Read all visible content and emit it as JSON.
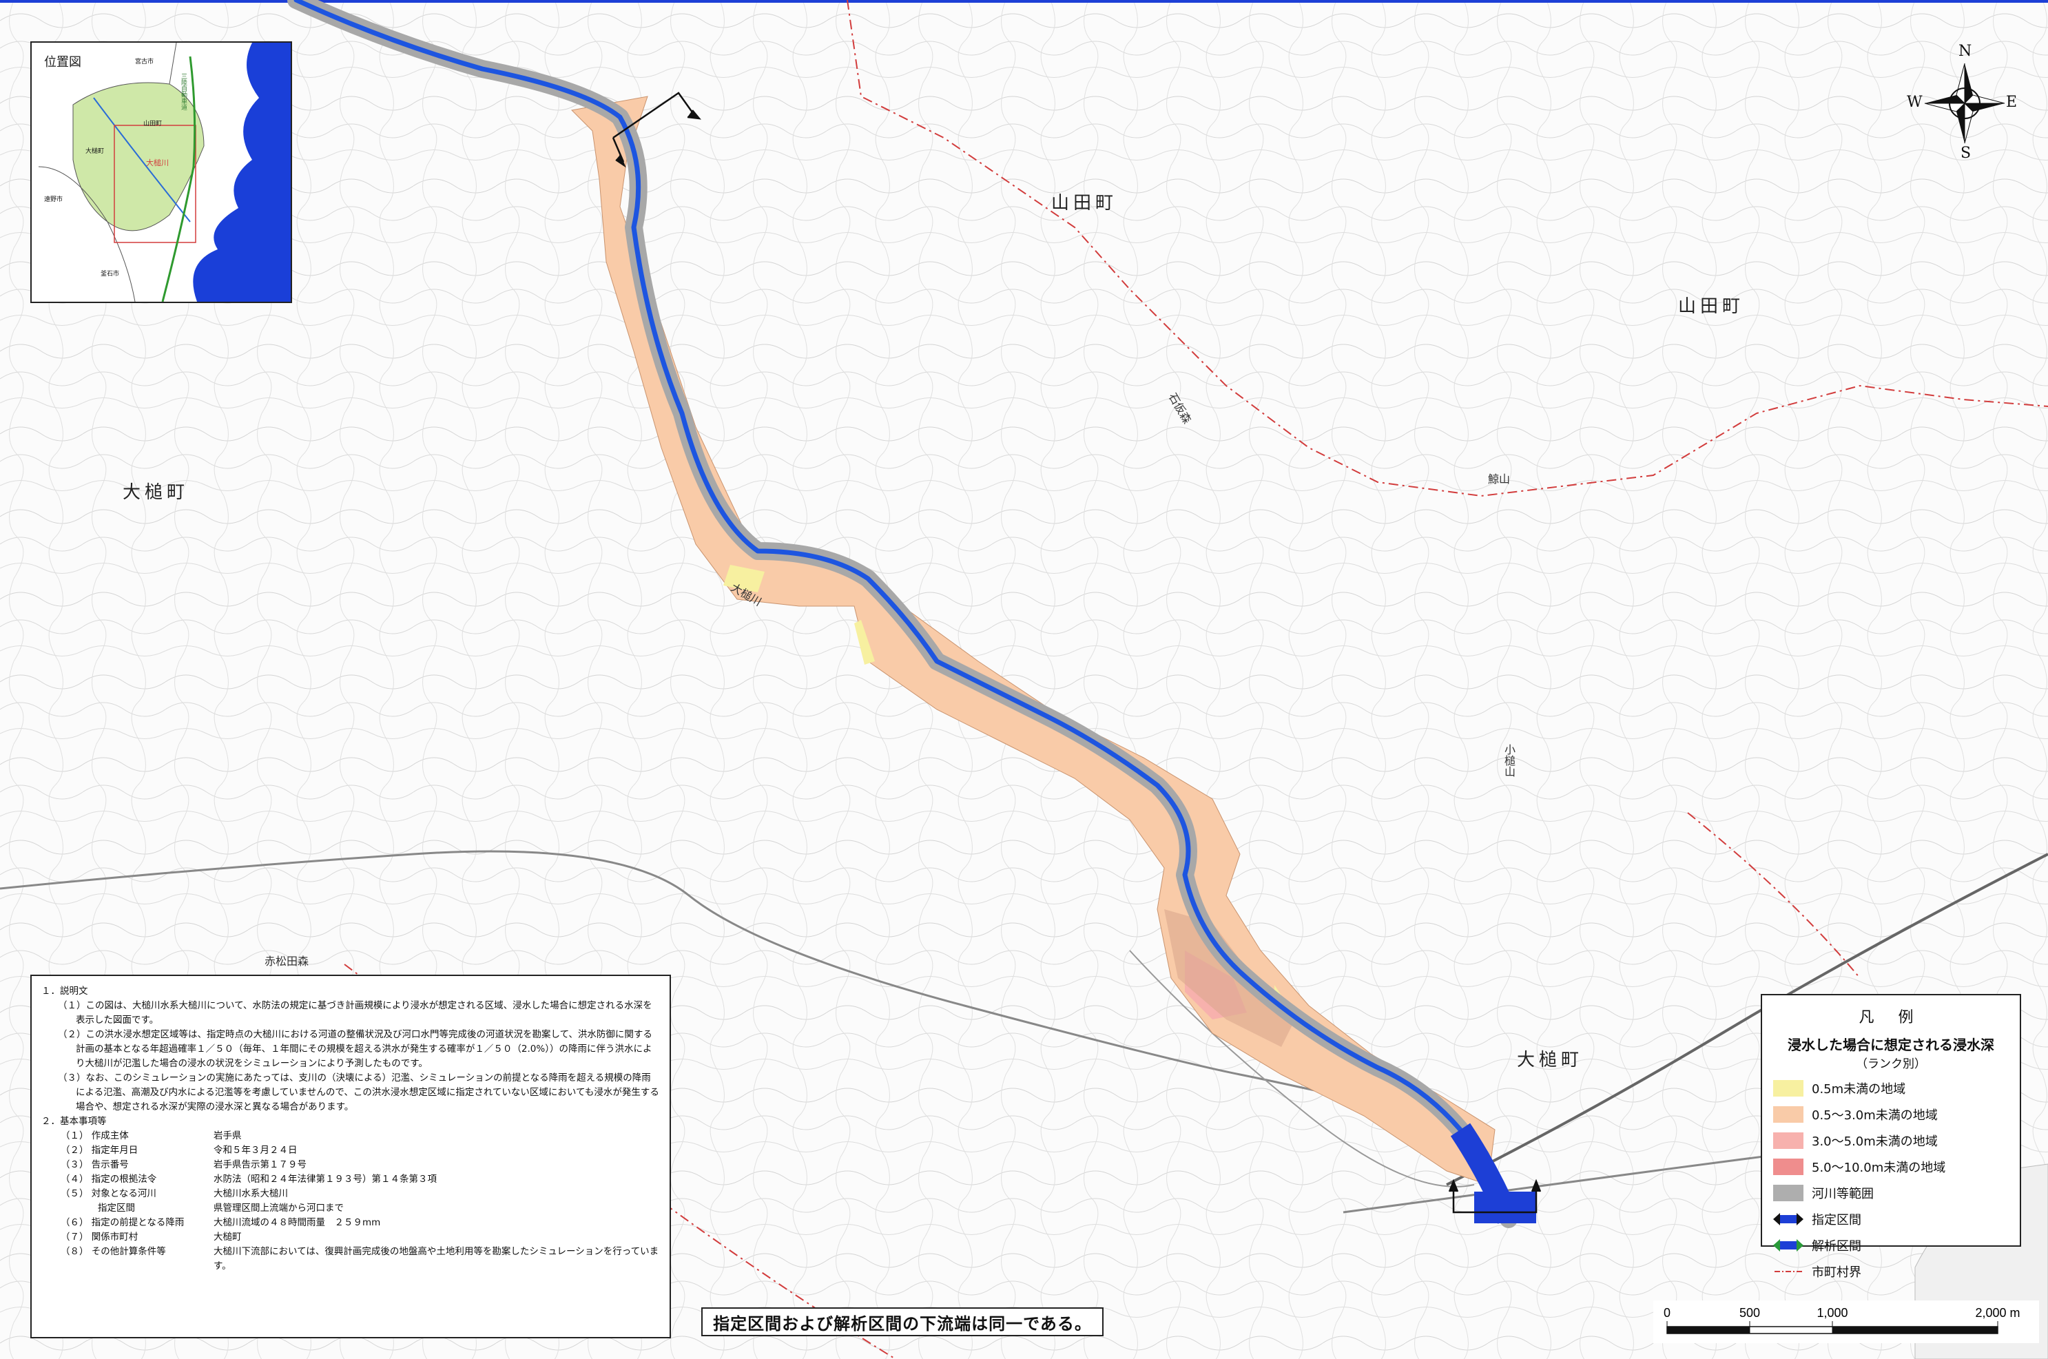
{
  "places": {
    "yamada_1": "山田町",
    "yamada_2": "山田町",
    "otsuchi_1": "大槌町",
    "otsuchi_2": "大槌町"
  },
  "map_labels": {
    "river": "大槌川",
    "mountain_ishigamori": "石仮森",
    "mountain_kozuchi": "小槌山",
    "mountain_akamaku": "赤松田森",
    "mountain_funakoshi": "鯨山",
    "north": "N",
    "south": "S",
    "east": "E",
    "west": "W"
  },
  "inset": {
    "title": "位置図",
    "miyako": "宮古市",
    "yamada": "山田町",
    "otsuchi": "大槌町",
    "tono": "遠野市",
    "kamaishi": "釜石市",
    "river": "大槌川",
    "expressway": "三陸自動車道"
  },
  "legend": {
    "title": "凡 例",
    "subtitle": "浸水した場合に想定される浸水深",
    "subtitle2": "（ランク別）",
    "items": [
      {
        "label": "0.5m未満の地域",
        "color": "#f7f0a0"
      },
      {
        "label": "0.5～3.0m未満の地域",
        "color": "#f9cba8"
      },
      {
        "label": "3.0～5.0m未満の地域",
        "color": "#f7b1ad"
      },
      {
        "label": "5.0～10.0m未満の地域",
        "color": "#ef8d8d"
      },
      {
        "label": "河川等範囲",
        "color": "#aeaeae"
      },
      {
        "label": "指定区間",
        "color": "#1d3fd6"
      },
      {
        "label": "解析区間",
        "color": "#1d3fd6"
      },
      {
        "label": "市町村界",
        "color": "#d23c3c"
      }
    ]
  },
  "notes": {
    "h1": "１．説明文",
    "p1": "（１）この図は、大槌川水系大槌川について、水防法の規定に基づき計画規模により浸水が想定される区域、浸水した場合に想定される水深を表示した図面です。",
    "p2": "（２）この洪水浸水想定区域等は、指定時点の大槌川における河道の整備状況及び河口水門等完成後の河道状況を勘案して、洪水防御に関する計画の基本となる年超過確率１／５０（毎年、１年間にその規模を超える洪水が発生する確率が１／５０（2.0%））の降雨に伴う洪水により大槌川が氾濫した場合の浸水の状況をシミュレーションにより予測したものです。",
    "p3": "（３）なお、このシミュレーションの実施にあたっては、支川の（決壊による）氾濫、シミュレーションの前提となる降雨を超える規模の降雨による氾濫、高潮及び内水による氾濫等を考慮していませんので、この洪水浸水想定区域に指定されていない区域においても浸水が発生する場合や、想定される水深が実際の浸水深と異なる場合があります。",
    "h2": "２．基本事項等",
    "rows": [
      {
        "k": "（１） 作成主体",
        "v": "岩手県"
      },
      {
        "k": "（２） 指定年月日",
        "v": "令和５年３月２４日"
      },
      {
        "k": "（３） 告示番号",
        "v": "岩手県告示第１７９号"
      },
      {
        "k": "（４） 指定の根拠法令",
        "v": "水防法（昭和２４年法律第１９３号）第１４条第３項"
      },
      {
        "k": "（５） 対象となる河川",
        "v": "大槌川水系大槌川"
      },
      {
        "k": "　　　　指定区間",
        "v": "県管理区間上流端から河口まで"
      },
      {
        "k": "（６） 指定の前提となる降雨",
        "v": "大槌川流域の４８時間雨量　２５９mm"
      },
      {
        "k": "（７） 関係市町村",
        "v": "大槌町"
      },
      {
        "k": "（８） その他計算条件等",
        "v": "大槌川下流部においては、復興計画完成後の地盤高や土地利用等を勘案したシミュレーションを行っています。"
      }
    ]
  },
  "footer": "指定区間および解析区間の下流端は同一である。",
  "scale": {
    "ticks": [
      "0",
      "500",
      "1,000",
      "2,000 m"
    ]
  }
}
